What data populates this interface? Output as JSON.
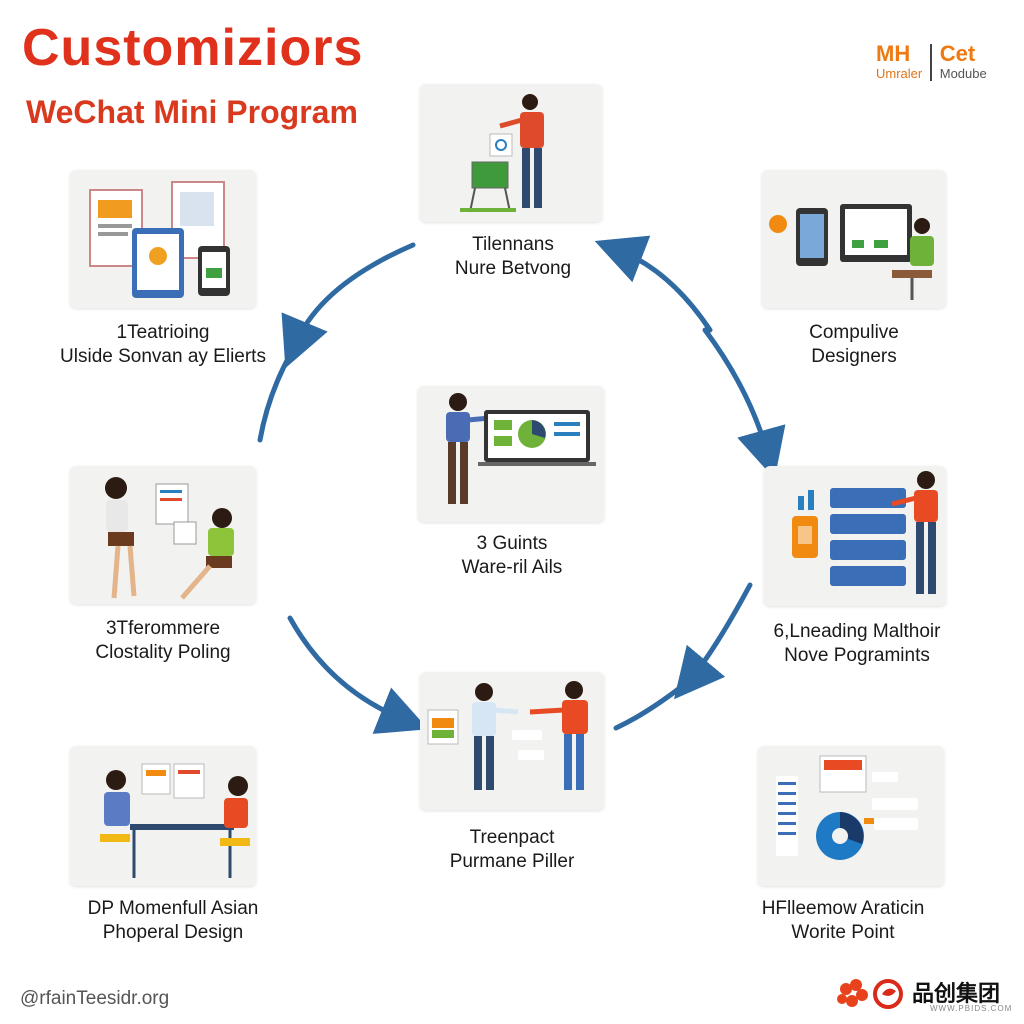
{
  "header": {
    "title": "Customiziors",
    "subtitle": "WeChat Mini Program"
  },
  "brand": {
    "left_big": "MH",
    "left_small": "Umraler",
    "right_big": "Cet",
    "right_small": "Modube"
  },
  "nodes": [
    {
      "id": "top",
      "line1": "Tilennans",
      "line2": "Nure Betvong"
    },
    {
      "id": "left-top",
      "line1": "1Teatrioing",
      "line2": "Ulside Sonvan ay Elierts"
    },
    {
      "id": "right-top",
      "line1": "Compulive",
      "line2": "Designers"
    },
    {
      "id": "center",
      "line1": "3 Guints",
      "line2": "Ware-ril Ails"
    },
    {
      "id": "left-mid",
      "line1": "3Tferommere",
      "line2": "Clostality Poling"
    },
    {
      "id": "right-mid",
      "line1": "6,Lneading Malthoir",
      "line2": "Nove Pogramints"
    },
    {
      "id": "bottom",
      "line1": "Treenpact",
      "line2": "Purmane Piller"
    },
    {
      "id": "left-bottom",
      "line1": "DP Momenfull Asian",
      "line2": "Phoperal Design"
    },
    {
      "id": "right-bottom",
      "line1": "HFlleemow Araticin",
      "line2": "Worite Point"
    }
  ],
  "footer": {
    "text": "@rfainTeesidr.org",
    "logo_text": "品创集团",
    "logo_url": "WWW.PBIDS.COM"
  },
  "colors": {
    "title": "#e0311c",
    "arrow": "#2f6aa3",
    "accent_orange": "#ee7a11"
  }
}
